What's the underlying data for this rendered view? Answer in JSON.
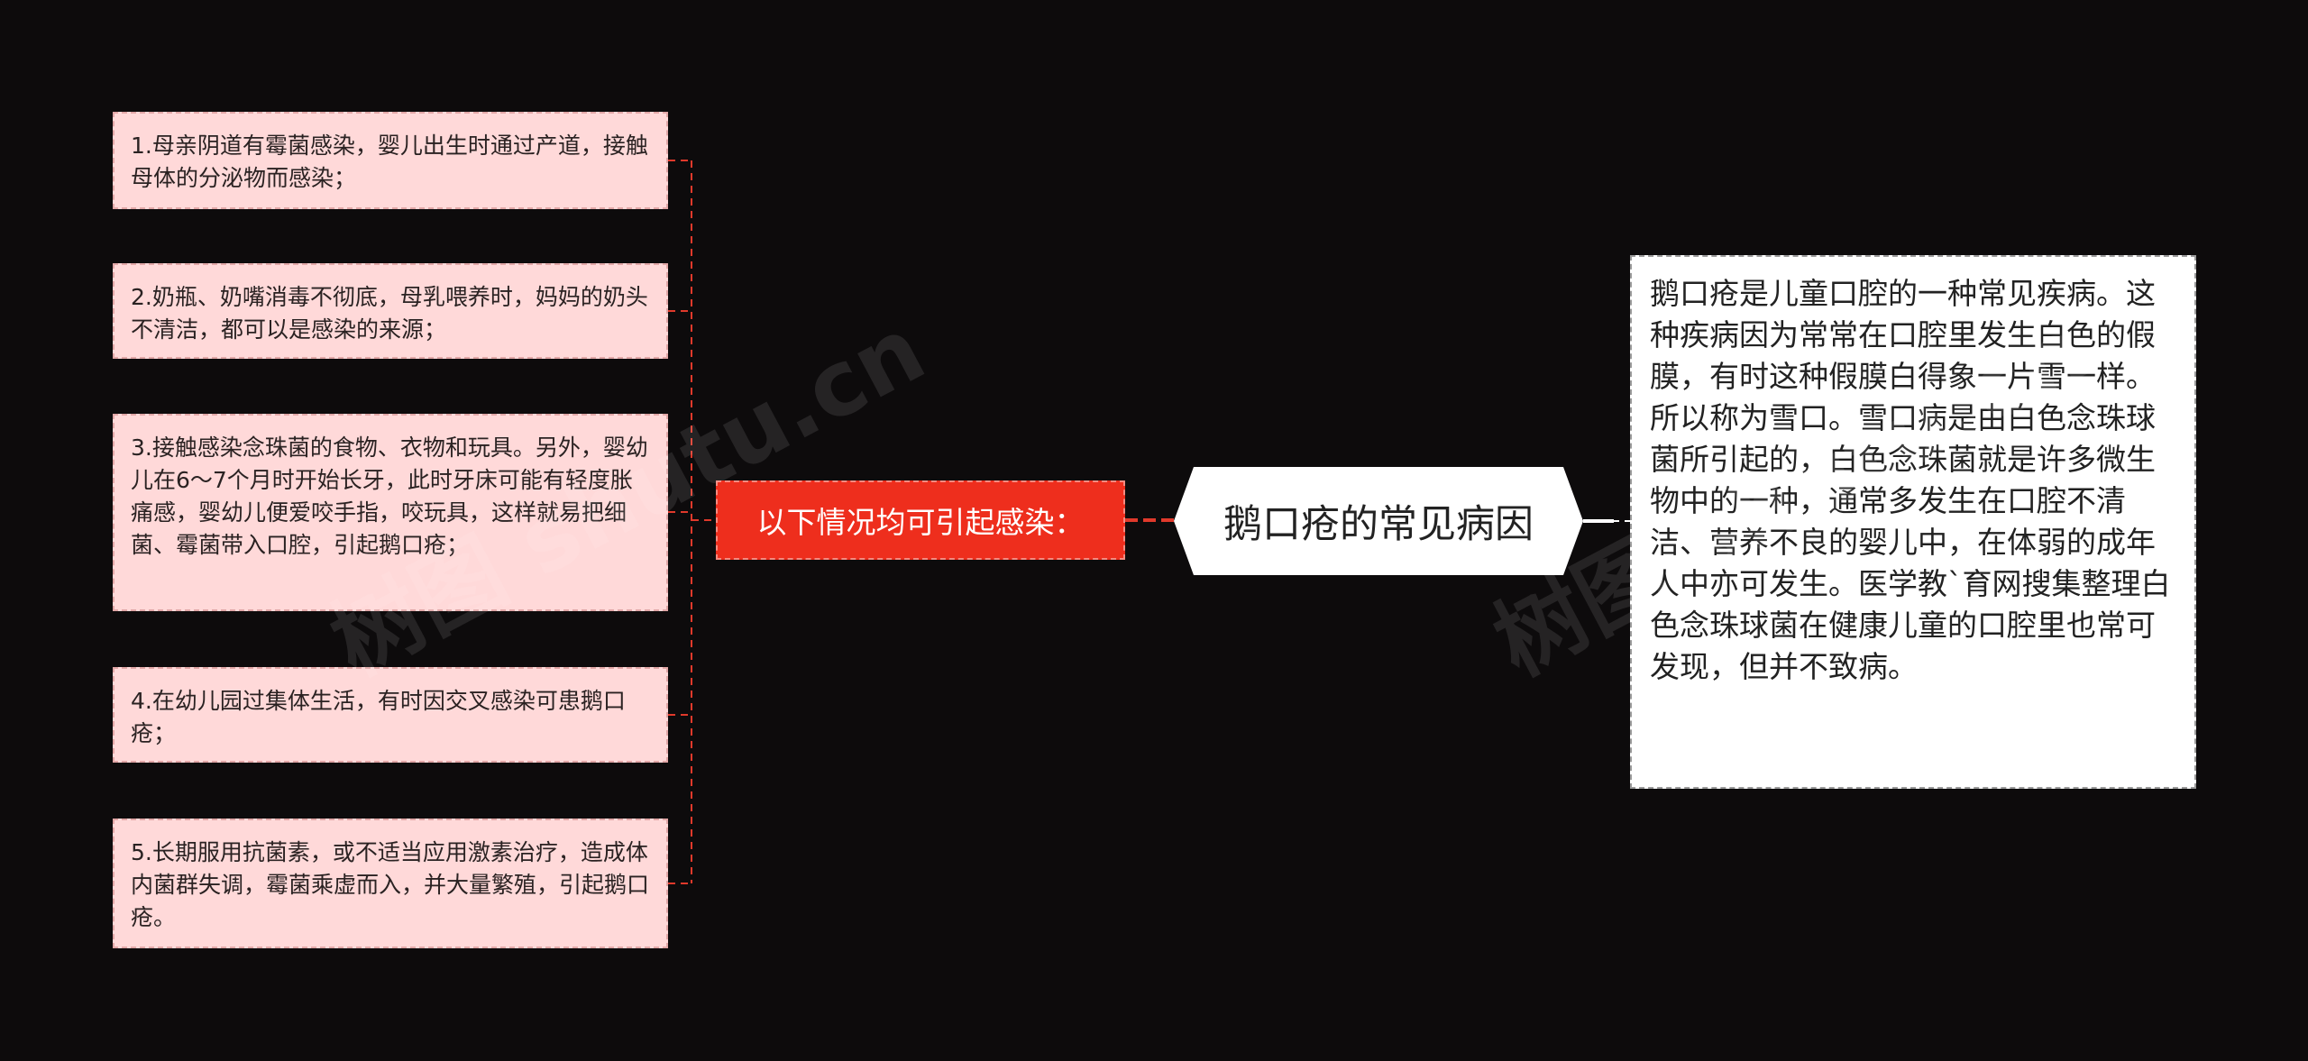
{
  "colors": {
    "background": "#0d0b0c",
    "leaf_fill": "#ffd9d9",
    "leaf_border": "#e2a7a7",
    "branch_fill": "#ee2e1d",
    "connector": "#e0392b",
    "root_fill": "#ffffff",
    "desc_border": "#9a9a9a"
  },
  "root": {
    "label": "鹅口疮的常见病因"
  },
  "description": {
    "text": "鹅口疮是儿童口腔的一种常见疾病。这种疾病因为常常在口腔里发生白色的假膜，有时这种假膜白得象一片雪一样。所以称为雪口。雪口病是由白色念珠球菌所引起的，白色念珠菌就是许多微生物中的一种，通常多发生在口腔不清洁、营养不良的婴儿中，在体弱的成年人中亦可发生。医学教`育网搜集整理白色念珠球菌在健康儿童的口腔里也常可发现，但并不致病。"
  },
  "branch": {
    "label": "以下情况均可引起感染："
  },
  "causes": [
    {
      "text": "1.母亲阴道有霉菌感染，婴儿出生时通过产道，接触母体的分泌物而感染；"
    },
    {
      "text": "2.奶瓶、奶嘴消毒不彻底，母乳喂养时，妈妈的奶头不清洁，都可以是感染的来源；"
    },
    {
      "text": "3.接触感染念珠菌的食物、衣物和玩具。另外，婴幼儿在6～7个月时开始长牙，此时牙床可能有轻度胀痛感，婴幼儿便爱咬手指，咬玩具，这样就易把细菌、霉菌带入口腔，引起鹅口疮；"
    },
    {
      "text": "4.在幼儿园过集体生活，有时因交叉感染可患鹅口疮；"
    },
    {
      "text": "5.长期服用抗菌素，或不适当应用激素治疗，造成体内菌群失调，霉菌乘虚而入，并大量繁殖，引起鹅口疮。"
    }
  ],
  "watermarks": [
    "树图 shutu.cn",
    "树图 shutu.cn"
  ]
}
